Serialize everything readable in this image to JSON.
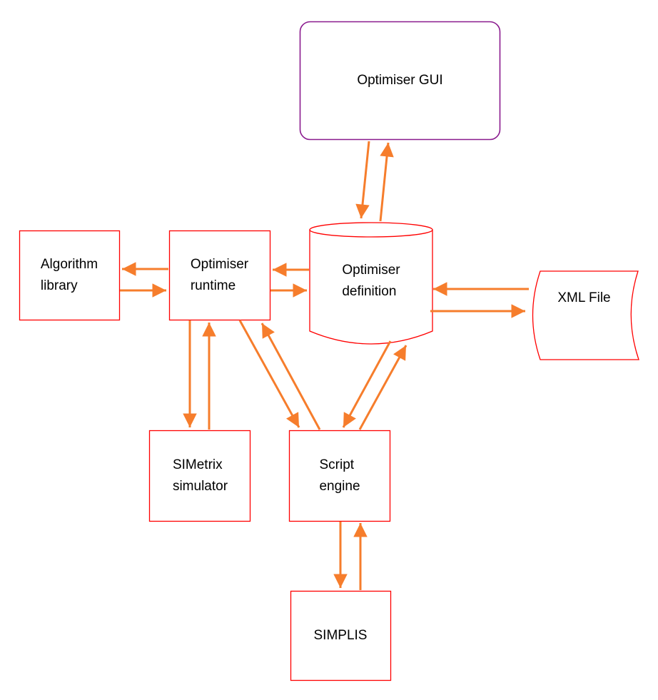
{
  "colors": {
    "background": "#ffffff",
    "node_border": "#ff0000",
    "gui_border": "#8a1a8e",
    "arrow": "#f67d2c",
    "text": "#000000"
  },
  "nodes": {
    "gui": {
      "label": "Optimiser GUI",
      "shape": "rounded-rectangle"
    },
    "algorithm_library": {
      "line1": "Algorithm",
      "line2": "library",
      "shape": "rectangle"
    },
    "optimiser_runtime": {
      "line1": "Optimiser",
      "line2": "runtime",
      "shape": "rectangle"
    },
    "optimiser_definition": {
      "line1": "Optimiser",
      "line2": "definition",
      "shape": "cylinder"
    },
    "xml_file": {
      "label": "XML File",
      "shape": "stored-data"
    },
    "simetrix_simulator": {
      "line1": "SIMetrix",
      "line2": "simulator",
      "shape": "rectangle"
    },
    "script_engine": {
      "line1": "Script",
      "line2": "engine",
      "shape": "rectangle"
    },
    "simplis": {
      "label": "SIMPLIS",
      "shape": "rectangle"
    }
  },
  "edges": [
    {
      "from": "Optimiser GUI",
      "to": "Optimiser definition",
      "direction": "bidirectional"
    },
    {
      "from": "Algorithm library",
      "to": "Optimiser runtime",
      "direction": "bidirectional"
    },
    {
      "from": "Optimiser runtime",
      "to": "Optimiser definition",
      "direction": "bidirectional"
    },
    {
      "from": "Optimiser definition",
      "to": "XML File",
      "direction": "bidirectional"
    },
    {
      "from": "Optimiser runtime",
      "to": "SIMetrix simulator",
      "direction": "bidirectional"
    },
    {
      "from": "Optimiser runtime",
      "to": "Script engine",
      "direction": "bidirectional"
    },
    {
      "from": "Optimiser definition",
      "to": "Script engine",
      "direction": "bidirectional"
    },
    {
      "from": "Script engine",
      "to": "SIMPLIS",
      "direction": "bidirectional"
    }
  ]
}
